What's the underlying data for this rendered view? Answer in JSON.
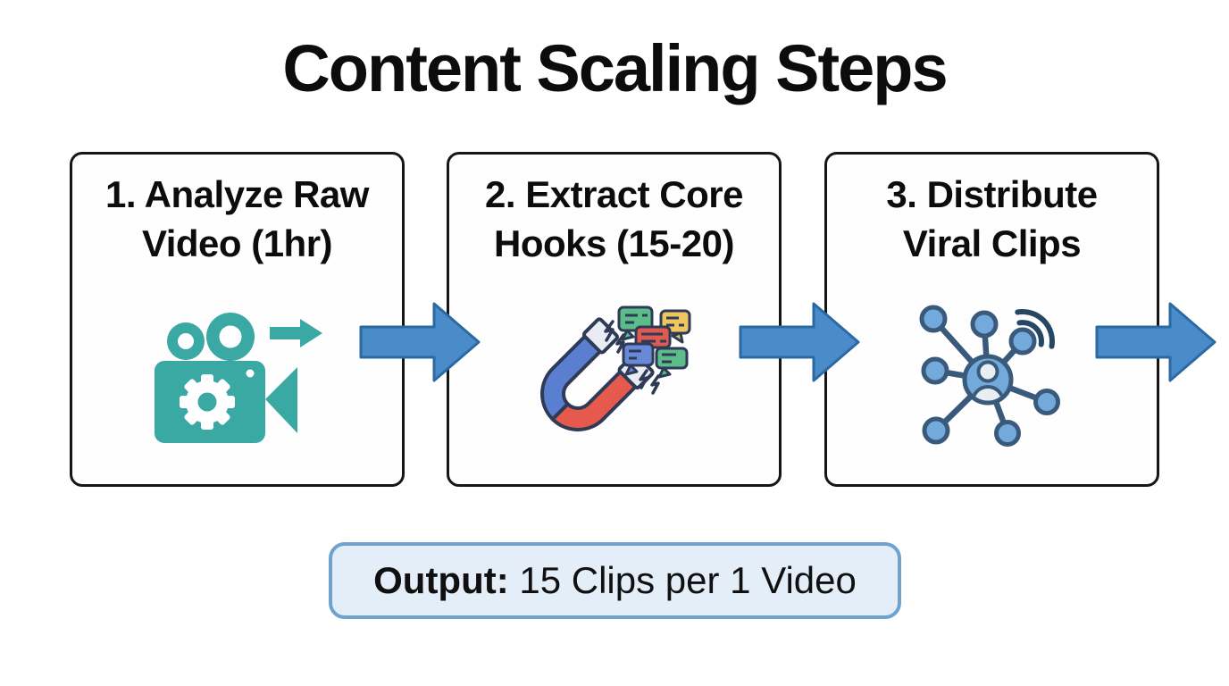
{
  "title": "Content Scaling Steps",
  "steps": [
    {
      "line1": "1. Analyze Raw",
      "line2": "Video (1hr)",
      "icon": "video-camera-icon",
      "icon_color": "#3aa8a3"
    },
    {
      "line1": "2. Extract Core",
      "line2": "Hooks (15-20)",
      "icon": "magnet-attracting-messages-icon",
      "icon_colors": {
        "magnet_blue": "#5b7fd0",
        "magnet_red": "#e65a4d",
        "tip": "#e9edf3",
        "outline": "#2e3a56",
        "bubble_green": "#5cbd8b",
        "bubble_yellow": "#f0c75e",
        "bubble_red": "#e05a50",
        "bubble_blue": "#6889d8"
      }
    },
    {
      "line1": "3. Distribute",
      "line2": "Viral Clips",
      "icon": "network-share-icon",
      "icon_colors": {
        "fill": "#74a9dc",
        "stroke": "#3a5a7c",
        "person": "#e9eef4",
        "signal": "#274663"
      }
    }
  ],
  "connectors": {
    "icon": "arrow-right-icon",
    "count": 3,
    "fill": "#4a8cca",
    "stroke": "#2b69a3"
  },
  "output": {
    "bold": "Output:",
    "text": " 15 Clips per 1 Video",
    "background": "#e3eef9",
    "border": "#6fa3cf"
  }
}
